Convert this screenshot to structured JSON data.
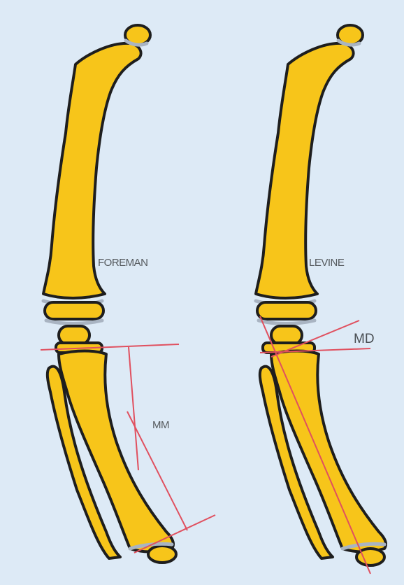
{
  "diagram": {
    "background_color": "#ddeaf6",
    "bone_fill": "#f7c51a",
    "bone_stroke": "#1e1e1e",
    "joint_color": "#a9b4c2",
    "line_color": "#e0505f",
    "panels": [
      {
        "label": "FOREMAN",
        "measure_label": "MM"
      },
      {
        "label": "LEVINE",
        "measure_label": "MD"
      }
    ]
  }
}
